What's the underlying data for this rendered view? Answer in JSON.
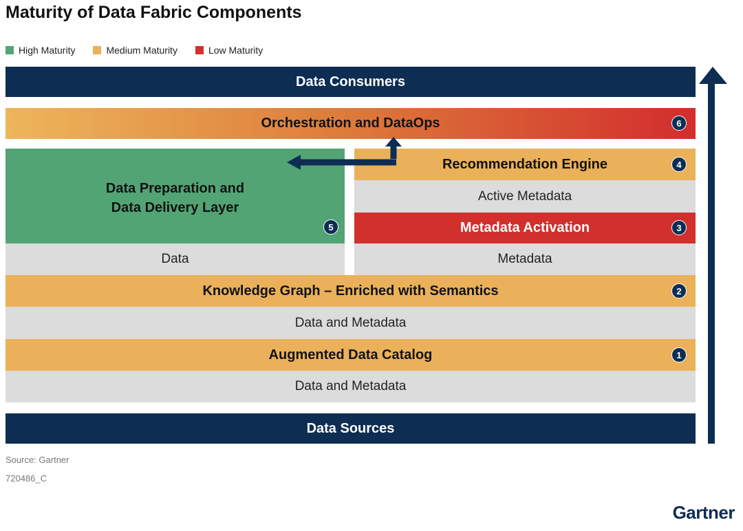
{
  "title": "Maturity of Data Fabric Components",
  "legend": [
    {
      "label": "High Maturity",
      "color": "#52a474"
    },
    {
      "label": "Medium Maturity",
      "color": "#eab15a"
    },
    {
      "label": "Low Maturity",
      "color": "#d1302d"
    }
  ],
  "layers": {
    "consumers": "Data Consumers",
    "orchestration": {
      "label": "Orchestration and DataOps",
      "number": "6"
    },
    "data_prep": {
      "line1": "Data Preparation and",
      "line2": "Data Delivery Layer",
      "number": "5"
    },
    "recommendation": {
      "label": "Recommendation Engine",
      "number": "4"
    },
    "active_metadata": "Active Metadata",
    "metadata_activation": {
      "label": "Metadata Activation",
      "number": "3"
    },
    "data": "Data",
    "metadata": "Metadata",
    "knowledge_graph": {
      "label": "Knowledge Graph – Enriched with Semantics",
      "number": "2"
    },
    "kg_base": "Data and Metadata",
    "catalog": {
      "label": "Augmented Data Catalog",
      "number": "1"
    },
    "catalog_base": "Data and Metadata",
    "sources": "Data Sources"
  },
  "footer": {
    "source": "Source: Gartner",
    "id": "720486_C",
    "brand": "Gartner"
  },
  "colors": {
    "navy": "#0d2d53",
    "high": "#52a474",
    "medium": "#eab15a",
    "low": "#d1302d",
    "grey": "#dcdcdc"
  }
}
